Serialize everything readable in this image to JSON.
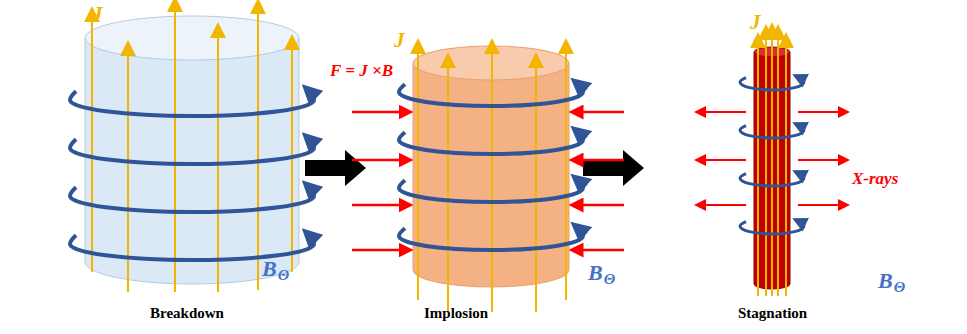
{
  "diagram": {
    "labels": [
      "J",
      "B",
      "Θ",
      "Breakdown",
      "J",
      "F = J ×B",
      "B",
      "Θ",
      "Implosion",
      "J",
      "X-rays",
      "B",
      "Θ",
      "Stagnation"
    ]
  }
}
